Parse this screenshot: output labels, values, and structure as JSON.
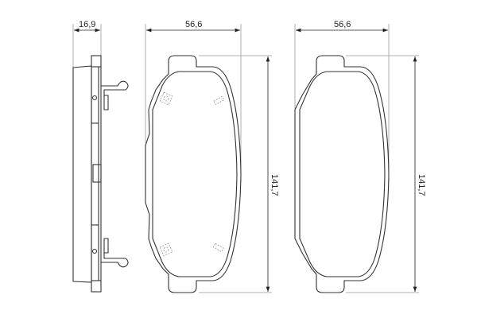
{
  "drawing": {
    "subject": "brake pad set technical drawing",
    "dimensions": {
      "thickness": "16,9",
      "pad1_width": "56,6",
      "pad1_height": "141,7",
      "pad2_width": "56,6",
      "pad2_height": "141,7"
    },
    "colors": {
      "outline": "#333333",
      "dimension": "#999999",
      "background": "#ffffff"
    }
  }
}
